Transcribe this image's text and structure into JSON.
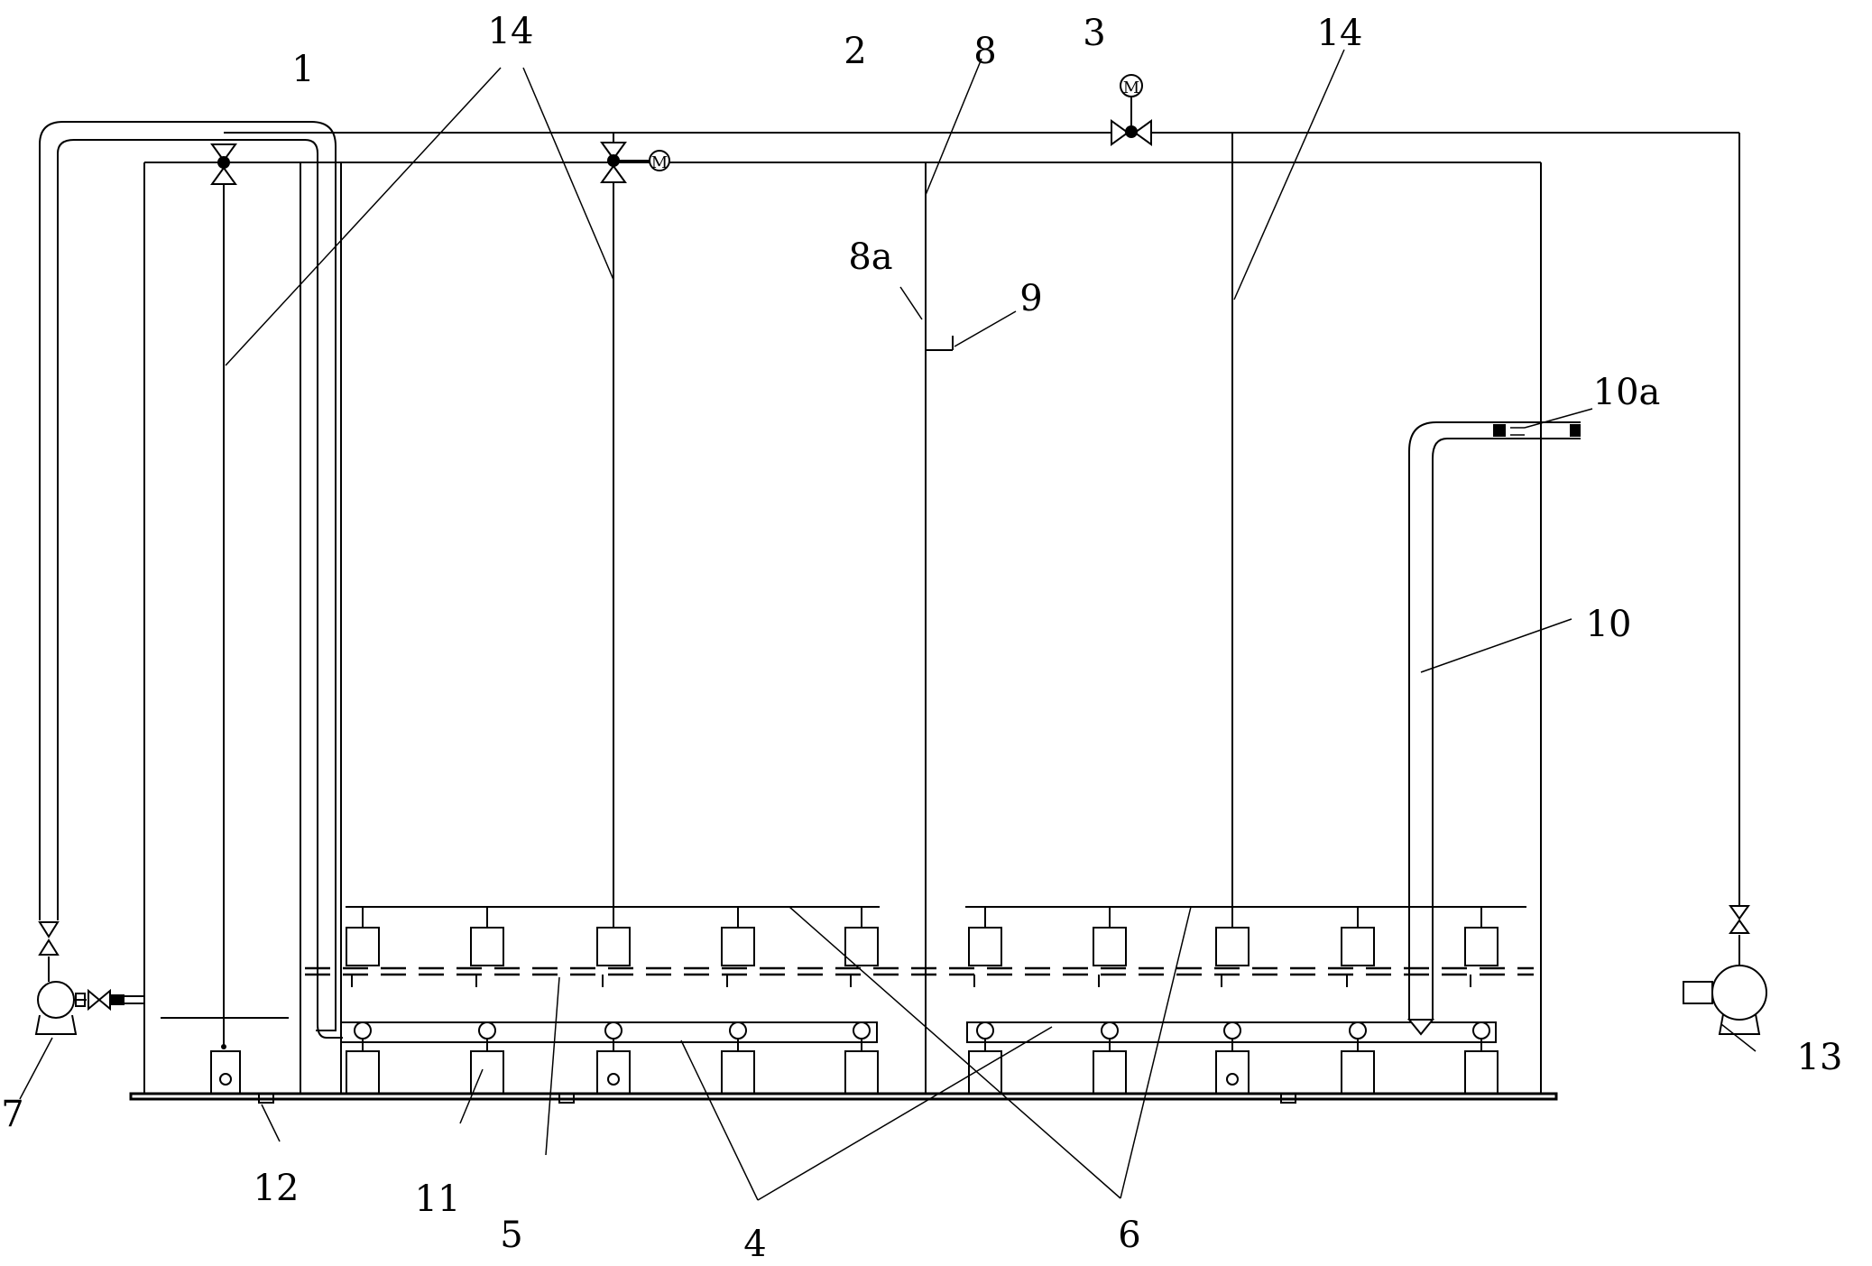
{
  "labels": {
    "l1": "1",
    "l2": "2",
    "l3": "3",
    "l4": "4",
    "l5": "5",
    "l6": "6",
    "l7": "7",
    "l8": "8",
    "l8a": "8a",
    "l9": "9",
    "l10": "10",
    "l10a": "10a",
    "l11": "11",
    "l12": "12",
    "l13": "13",
    "l14_left": "14",
    "l14_right": "14"
  },
  "motor_symbol": "M"
}
